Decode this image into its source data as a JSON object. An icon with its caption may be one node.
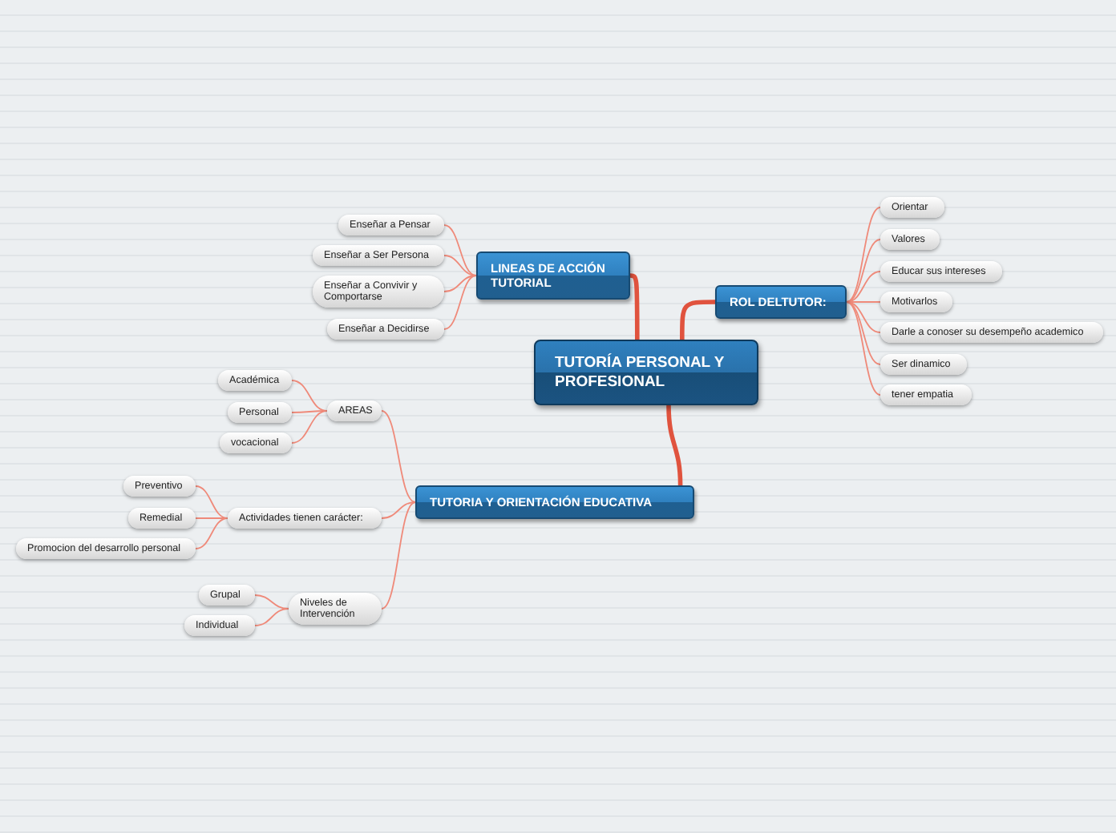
{
  "diagram": {
    "nodes": [
      {
        "text": [
          "TUTORÍA PERSONAL Y PROFESIONAL"
        ]
      },
      {
        "text": [
          "LINEAS DE ACCIÓN TUTORIAL"
        ]
      },
      {
        "text": [
          "Enseñar a Pensar"
        ]
      },
      {
        "text": [
          "Enseñar a Ser Persona"
        ]
      },
      {
        "text": [
          "Enseñar a Convivir y Comportarse"
        ]
      },
      {
        "text": [
          "Enseñar a Decidirse"
        ]
      },
      {
        "text": [
          "ROL DELTUTOR:"
        ]
      },
      {
        "text": [
          "Orientar"
        ]
      },
      {
        "text": [
          "Valores"
        ]
      },
      {
        "text": [
          "Educar sus intereses"
        ]
      },
      {
        "text": [
          "Motivarlos"
        ]
      },
      {
        "text": [
          "Darle a conoser su desempeño academico"
        ]
      },
      {
        "text": [
          "Ser dinamico"
        ]
      },
      {
        "text": [
          "tener empatia"
        ]
      },
      {
        "text": [
          "TUTORIA Y ORIENTACIÓN EDUCATIVA"
        ]
      },
      {
        "text": [
          "AREAS"
        ]
      },
      {
        "text": [
          "Académica"
        ]
      },
      {
        "text": [
          "Personal"
        ]
      },
      {
        "text": [
          "vocacional"
        ]
      },
      {
        "text": [
          "Actividades tienen carácter:"
        ]
      },
      {
        "text": [
          "Preventivo"
        ]
      },
      {
        "text": [
          "Remedial"
        ]
      },
      {
        "text": [
          "Promocion del desarrollo personal"
        ]
      },
      {
        "text": [
          "Niveles de Intervención"
        ]
      },
      {
        "text": [
          "Grupal"
        ]
      },
      {
        "text": [
          "Individual"
        ]
      }
    ],
    "edges": [
      {
        "from": 0,
        "to": 1,
        "arrow": "none",
        "style": "thick"
      },
      {
        "from": 1,
        "to": 2,
        "arrow": "none"
      },
      {
        "from": 1,
        "to": 3,
        "arrow": "none"
      },
      {
        "from": 1,
        "to": 4,
        "arrow": "none"
      },
      {
        "from": 1,
        "to": 5,
        "arrow": "none"
      },
      {
        "from": 0,
        "to": 6,
        "arrow": "none",
        "style": "thick"
      },
      {
        "from": 6,
        "to": 7,
        "arrow": "none"
      },
      {
        "from": 6,
        "to": 8,
        "arrow": "none"
      },
      {
        "from": 6,
        "to": 9,
        "arrow": "none"
      },
      {
        "from": 6,
        "to": 10,
        "arrow": "none"
      },
      {
        "from": 6,
        "to": 11,
        "arrow": "none"
      },
      {
        "from": 6,
        "to": 12,
        "arrow": "none"
      },
      {
        "from": 6,
        "to": 13,
        "arrow": "none"
      },
      {
        "from": 0,
        "to": 14,
        "arrow": "none",
        "style": "thick"
      },
      {
        "from": 14,
        "to": 15,
        "arrow": "none"
      },
      {
        "from": 15,
        "to": 16,
        "arrow": "none"
      },
      {
        "from": 15,
        "to": 17,
        "arrow": "none"
      },
      {
        "from": 15,
        "to": 18,
        "arrow": "none"
      },
      {
        "from": 14,
        "to": 19,
        "arrow": "none"
      },
      {
        "from": 19,
        "to": 20,
        "arrow": "none"
      },
      {
        "from": 19,
        "to": 21,
        "arrow": "none"
      },
      {
        "from": 19,
        "to": 22,
        "arrow": "none"
      },
      {
        "from": 14,
        "to": 23,
        "arrow": "none"
      },
      {
        "from": 23,
        "to": 24,
        "arrow": "none"
      },
      {
        "from": 23,
        "to": 25,
        "arrow": "none"
      }
    ]
  }
}
